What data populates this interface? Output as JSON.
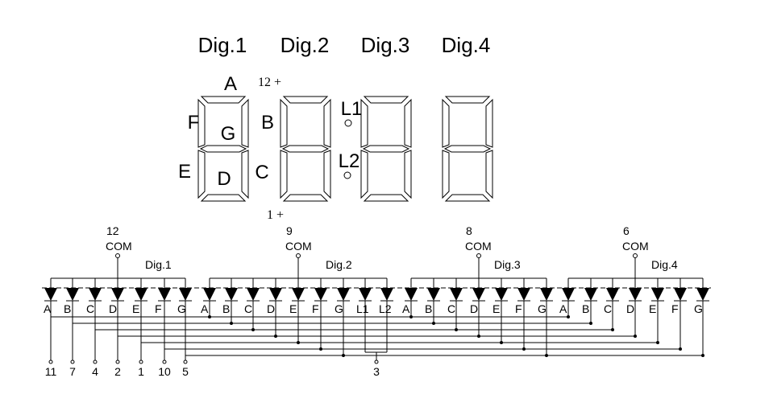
{
  "digit_titles": [
    "Dig.1",
    "Dig.2",
    "Dig.3",
    "Dig.4"
  ],
  "segment_labels": {
    "A": "A",
    "B": "B",
    "C": "C",
    "D": "D",
    "E": "E",
    "F": "F",
    "G": "G"
  },
  "colon_labels": {
    "L1": "L1",
    "L2": "L2"
  },
  "pin_annotations": {
    "top": "12 +",
    "bottom": "1 +"
  },
  "commons": [
    {
      "pin": "12",
      "label": "COM",
      "digit": "Dig.1"
    },
    {
      "pin": "9",
      "label": "COM",
      "digit": "Dig.2"
    },
    {
      "pin": "8",
      "label": "COM",
      "digit": "Dig.3"
    },
    {
      "pin": "6",
      "label": "COM",
      "digit": "Dig.4"
    }
  ],
  "diode_labels": [
    "A",
    "B",
    "C",
    "D",
    "E",
    "F",
    "G",
    "A",
    "B",
    "C",
    "D",
    "E",
    "F",
    "G",
    "L1",
    "L2",
    "A",
    "B",
    "C",
    "D",
    "E",
    "F",
    "G",
    "A",
    "B",
    "C",
    "D",
    "E",
    "F",
    "G"
  ],
  "segment_pins": [
    "11",
    "7",
    "4",
    "2",
    "1",
    "10",
    "5"
  ],
  "colon_pin": "3"
}
